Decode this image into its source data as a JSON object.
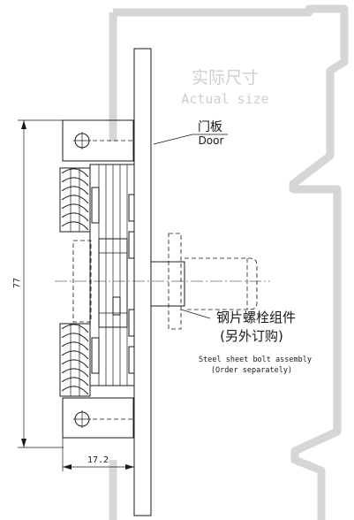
{
  "watermark": {
    "zh": "实际尺寸",
    "en": "Actual size"
  },
  "door": {
    "zh": "门板",
    "en": "Door"
  },
  "bolt": {
    "zh_title": "钢片螺栓组件",
    "zh_note": "(另外订购)",
    "en_title": "Steel sheet bolt assembly",
    "en_note": "(Order separately)"
  },
  "dimensions": {
    "height": "77",
    "depth": "17.2"
  }
}
